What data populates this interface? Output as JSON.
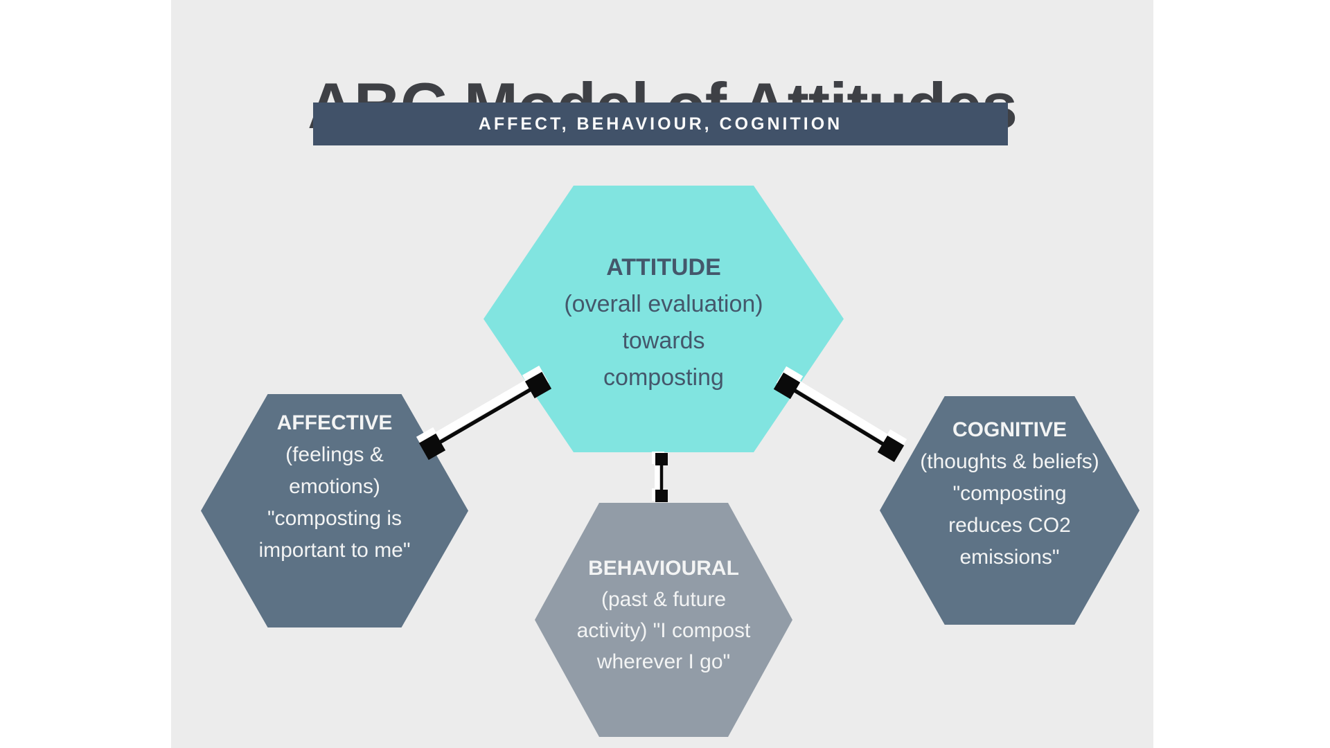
{
  "title": "ABC Model of Attitudes",
  "banner": {
    "label": "AFFECT, BEHAVIOUR, COGNITION"
  },
  "nodes": {
    "attitude": {
      "heading": "ATTITUDE",
      "lines": [
        "(overall evaluation)",
        "towards",
        "composting"
      ]
    },
    "affective": {
      "heading": "AFFECTIVE",
      "lines": [
        "(feelings &",
        "emotions)",
        "\"composting is",
        "important to me\""
      ]
    },
    "behavioural": {
      "heading": "BEHAVIOURAL",
      "lines": [
        "(past & future",
        "activity) \"I compost",
        "wherever I go\""
      ]
    },
    "cognitive": {
      "heading": "COGNITIVE",
      "lines": [
        "(thoughts & beliefs)",
        "\"composting",
        "reduces CO2",
        "emissions\""
      ]
    }
  },
  "colors": {
    "background": "#ececec",
    "page_margin": "#ffffff",
    "banner": "#415269",
    "attitude_fill": "#81e4e0",
    "affective_fill": "#5d7285",
    "behavioural_fill": "#929ca7",
    "cognitive_fill": "#5e7386",
    "dark_text": "#44576b",
    "light_text": "#f3f4f4",
    "connector": "#0a0a0a"
  }
}
